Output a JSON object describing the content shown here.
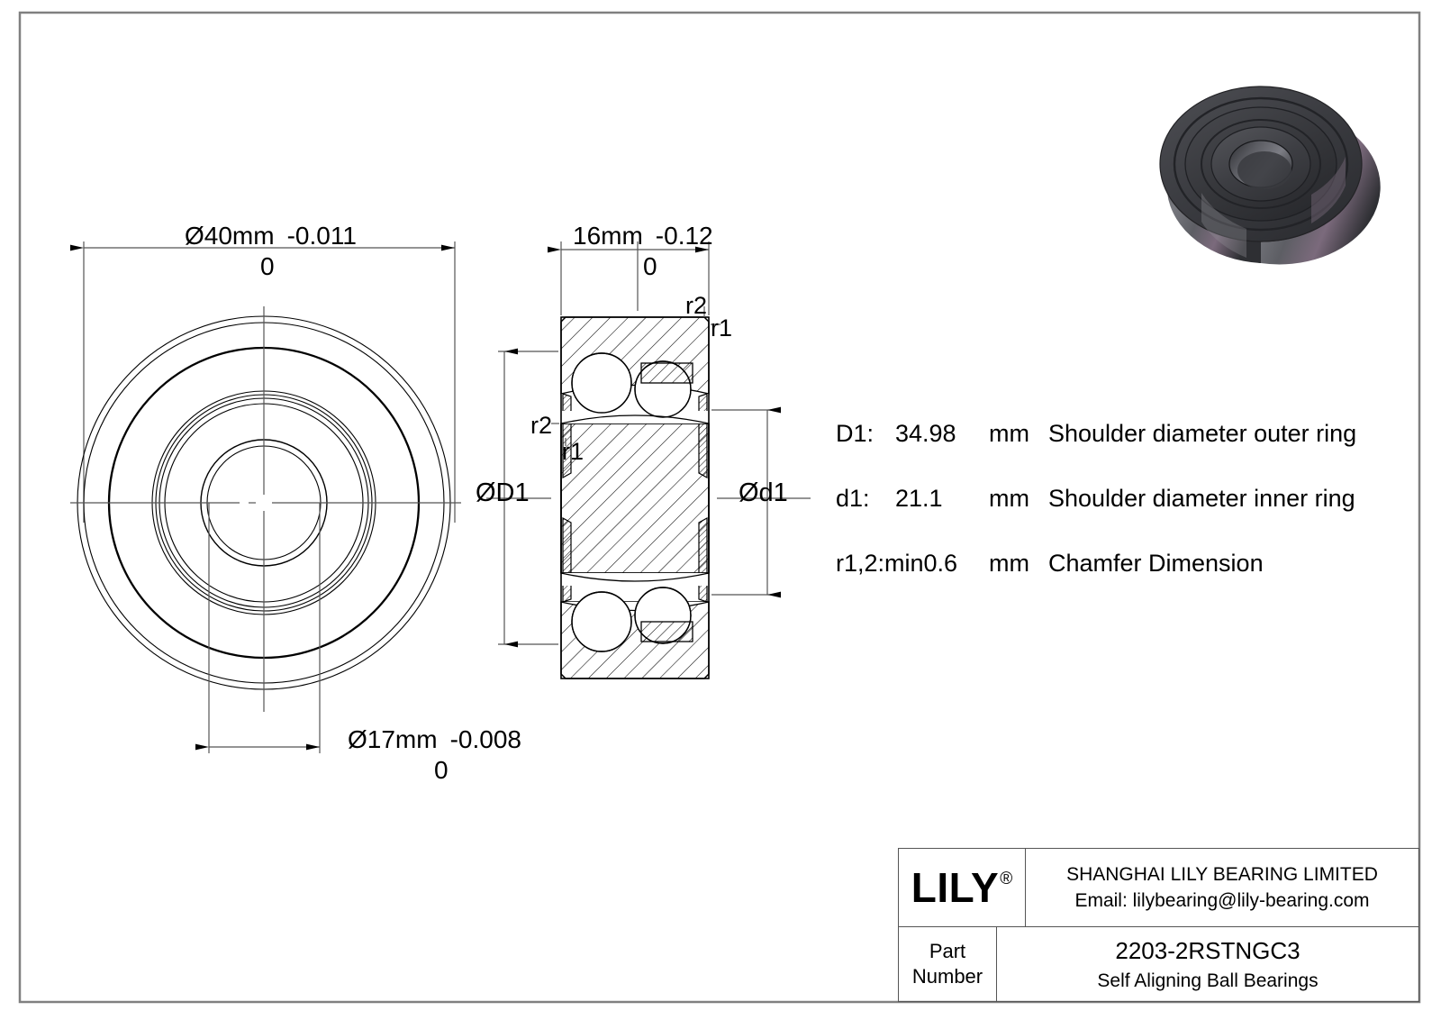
{
  "document": {
    "type": "engineering-drawing",
    "subject": "Self Aligning Ball Bearing dimensional drawing",
    "background_color": "#ffffff",
    "line_color": "#000000",
    "frame_color": "#808080"
  },
  "views": {
    "front_view": {
      "name": "front-sectional-circle-view",
      "outer_diameter_label": "Ø40mm",
      "bore_diameter_label": "Ø17mm"
    },
    "cross_section_view": {
      "name": "cross-section-view",
      "width_label": "16mm"
    },
    "iso_render": {
      "name": "isometric-bearing-render",
      "body_color": "#4a4a4e",
      "highlight_color": "#8e8e94",
      "shadow_color": "#232326",
      "accent_color": "#6b5a6e"
    }
  },
  "dimensions": {
    "outer_diameter": {
      "symbol": "Ø",
      "value": "40mm",
      "tolerance_upper": "0",
      "tolerance_lower": "-0.011",
      "full": "Ø40mm -0.011"
    },
    "bore_diameter": {
      "symbol": "Ø",
      "value": "17mm",
      "tolerance_upper": "0",
      "tolerance_lower": "-0.008",
      "full": "Ø17mm -0.008"
    },
    "width": {
      "value": "16mm",
      "tolerance_upper": "0",
      "tolerance_lower": "-0.12",
      "full": "16mm -0.12"
    },
    "shoulder_outer": {
      "label": "ØD1"
    },
    "shoulder_inner": {
      "label": "Ød1"
    },
    "chamfer_labels": {
      "r1": "r1",
      "r2": "r2"
    }
  },
  "spec_table": {
    "rows": [
      {
        "symbol": "D1:",
        "value": "34.98",
        "unit": "mm",
        "description": "Shoulder diameter outer ring"
      },
      {
        "symbol": "d1:",
        "value": "21.1",
        "unit": "mm",
        "description": "Shoulder diameter inner ring"
      },
      {
        "symbol": "r1,2:min0.6",
        "value": "",
        "unit": "mm",
        "description": "Chamfer Dimension"
      }
    ]
  },
  "title_block": {
    "logo": {
      "text": "LILY",
      "registered_mark": "®"
    },
    "company_name": "SHANGHAI LILY BEARING LIMITED",
    "email_line": "Email: lilybearing@lily-bearing.com",
    "part_number_label_line1": "Part",
    "part_number_label_line2": "Number",
    "part_number": "2203-2RSTNGC3",
    "product_family": "Self Aligning Ball Bearings"
  }
}
